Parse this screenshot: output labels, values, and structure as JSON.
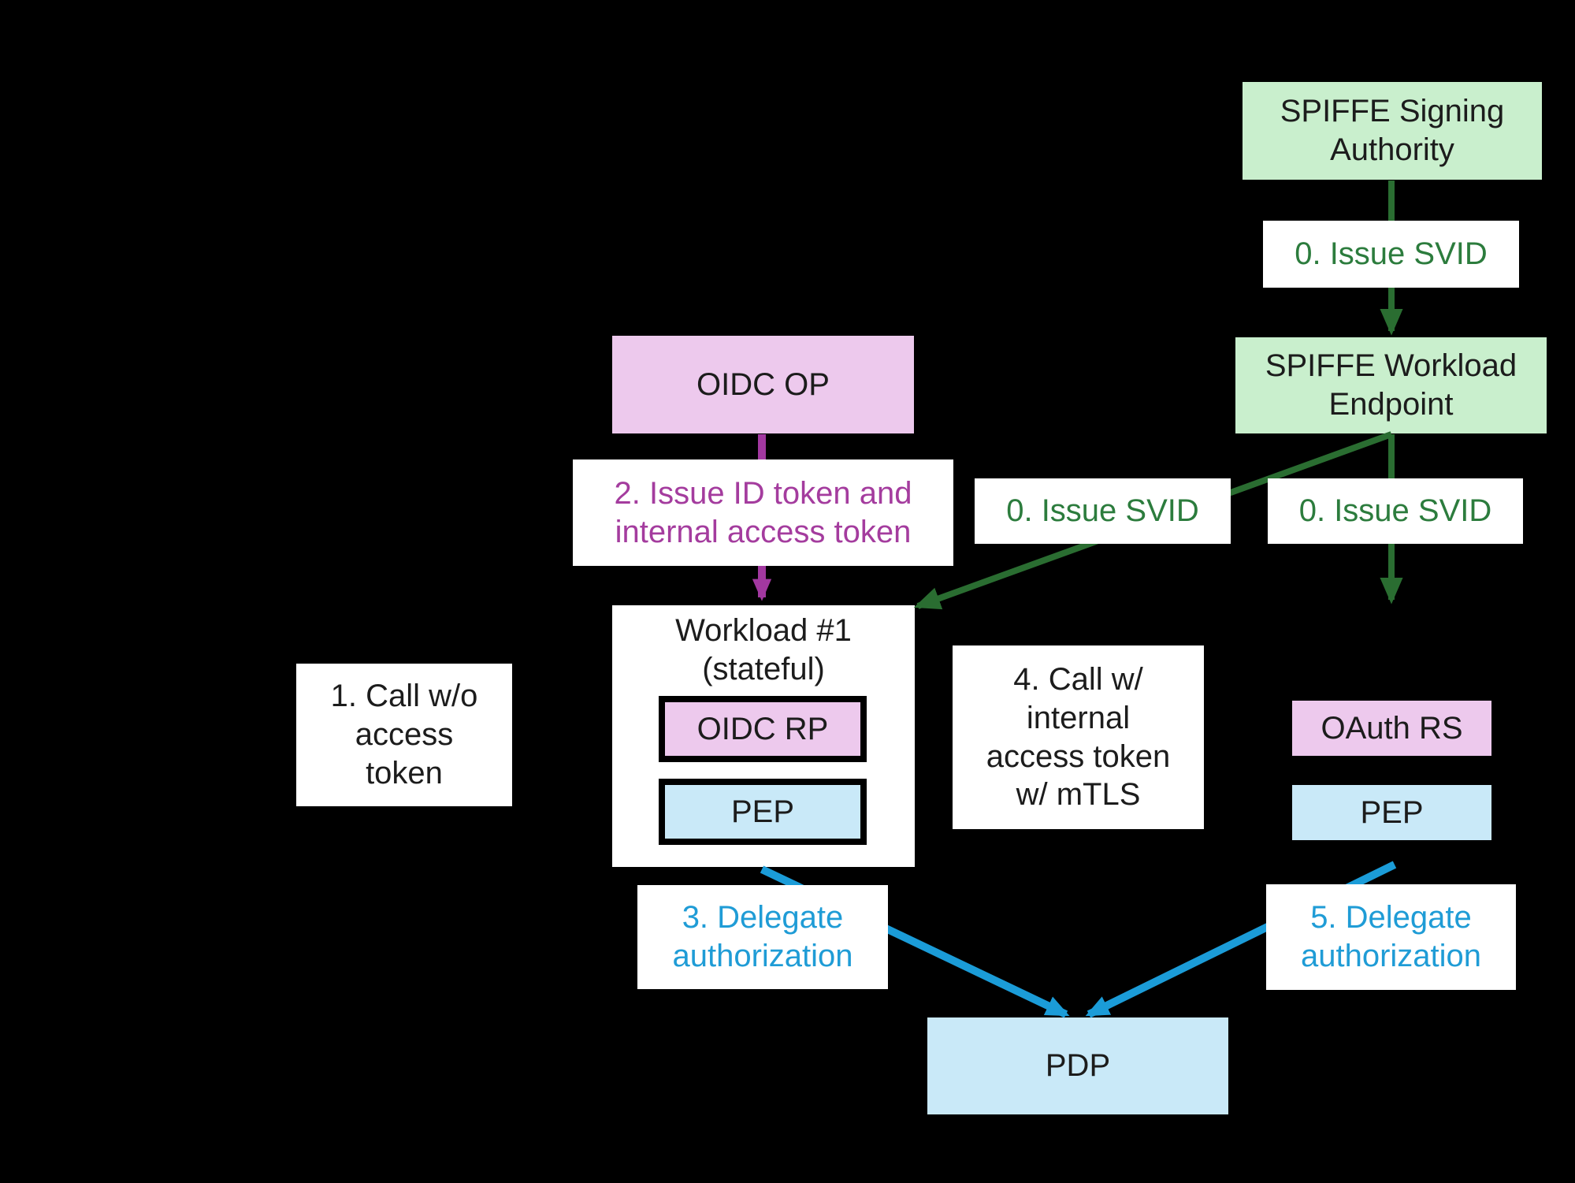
{
  "diagram": {
    "spiffe_signing_authority": {
      "label": "SPIFFE Signing\nAuthority"
    },
    "issue_svid_top": {
      "label": "0. Issue SVID"
    },
    "spiffe_workload_endpoint": {
      "label": "SPIFFE Workload\nEndpoint"
    },
    "oidc_op": {
      "label": "OIDC OP"
    },
    "issue_token": {
      "label": "2. Issue ID token and\ninternal access token"
    },
    "issue_svid_mid": {
      "label": "0. Issue SVID"
    },
    "issue_svid_right": {
      "label": "0. Issue SVID"
    },
    "workload1": {
      "title": "Workload #1\n(stateful)",
      "oidc_rp": "OIDC RP",
      "pep": "PEP"
    },
    "call_without_token": {
      "label": "1. Call w/o\naccess\ntoken"
    },
    "call_with_token": {
      "label": "4. Call w/\ninternal\naccess token\nw/ mTLS"
    },
    "oauth_rs": {
      "label": "OAuth RS"
    },
    "pep_right": {
      "label": "PEP"
    },
    "delegate_3": {
      "label": "3. Delegate\nauthorization"
    },
    "delegate_5": {
      "label": "5. Delegate\nauthorization"
    },
    "pdp": {
      "label": "PDP"
    }
  },
  "colors": {
    "background": "#000000",
    "green_fill": "#c9efcd",
    "green_text": "#2c7c3d",
    "green_arrow": "#2a6d31",
    "pink_fill": "#edc9ed",
    "magenta_text": "#a43c9e",
    "purple_arrow": "#a238a0",
    "blue_fill": "#c9e9f8",
    "blue_text": "#1f9cd6",
    "blue_arrow": "#1b9cd8",
    "white": "#ffffff",
    "black_text": "#1c1c1c"
  }
}
